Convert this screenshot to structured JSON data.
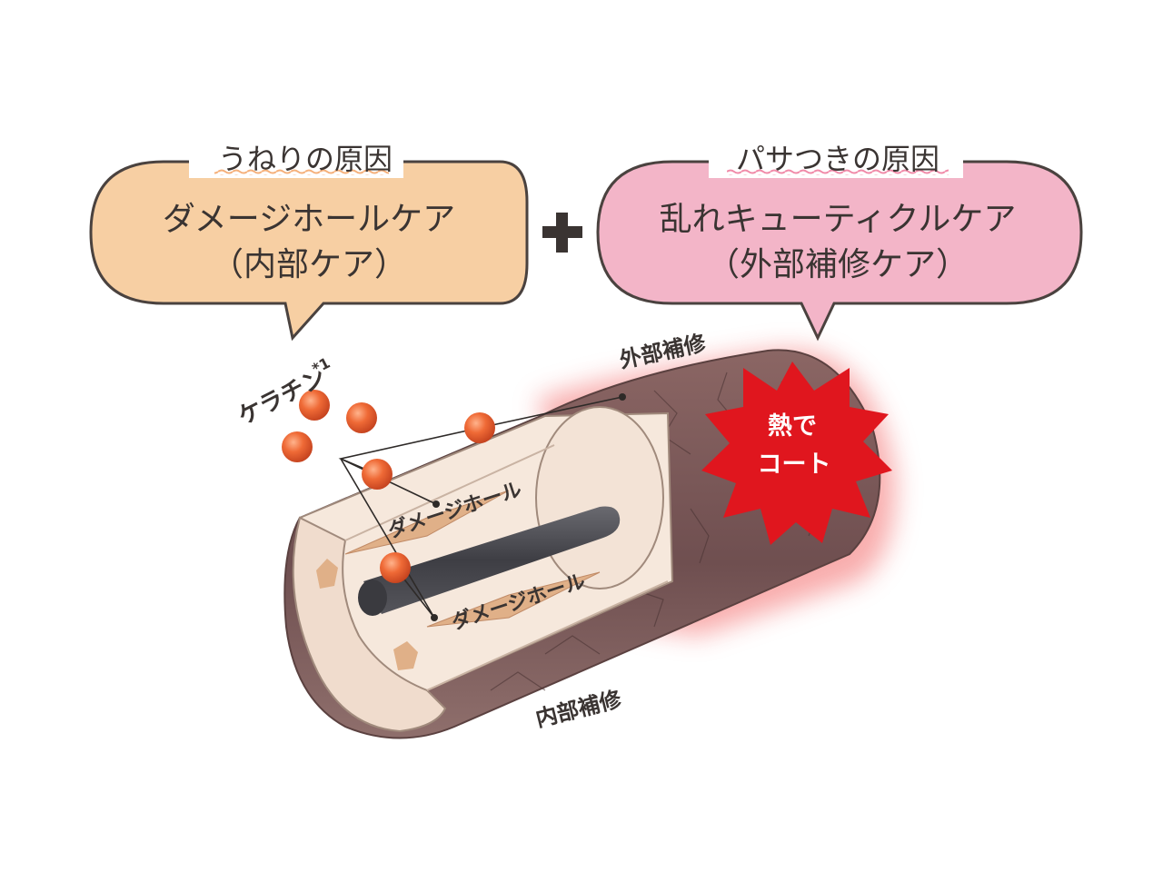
{
  "left_bubble": {
    "header": "うねりの原因",
    "line1": "ダメージホールケア",
    "line2": "（内部ケア）",
    "fill": "#f7cfa3"
  },
  "plus_sign": "+",
  "right_bubble": {
    "header": "パサつきの原因",
    "line1": "乱れキューティクルケア",
    "line2": "（外部補修ケア）",
    "fill": "#f3b5c8"
  },
  "labels": {
    "keratin": "ケラチン",
    "keratin_note": "*1",
    "outer_repair": "外部補修",
    "inner_repair": "内部補修",
    "damage_hole_upper": "ダメージホール",
    "damage_hole_lower": "ダメージホール"
  },
  "heat_badge": {
    "line1": "熱で",
    "line2": "コート",
    "fill": "#e0161e"
  },
  "colors": {
    "keratin_ball": "#e8582c",
    "hair_outer": "#7d5a58",
    "hair_inner": "#f6e8dc",
    "core": "#4a4a4e",
    "damage_hole": "#e0b088"
  }
}
